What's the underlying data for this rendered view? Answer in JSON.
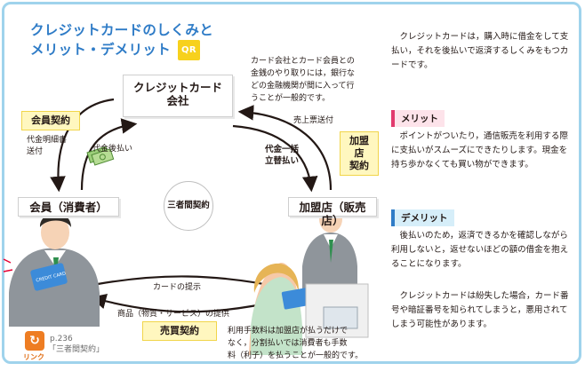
{
  "title": {
    "line1": "クレジットカードのしくみと",
    "line2": "メリット・デメリット",
    "qr": "QR"
  },
  "diagram": {
    "company": "クレジットカード\n会社",
    "member": "会員（消費者）",
    "store": "加盟店（販売店）",
    "three_party": "三者間契約",
    "member_contract": "会員契約",
    "store_contract": "加盟店\n契約",
    "sales_contract": "売買契約",
    "statement_note": "代金明細書\n送付",
    "payment_later": "代金後払い",
    "bulk_payment": "代金一括\n立替払い",
    "slip_send": "売上票送付",
    "card_present": "カードの提示",
    "goods": "商品（物質・サービス）の提供",
    "company_note": "カード会社とカード会員との\n金銭のやり取りには，銀行な\nどの金融機関が間に入って行\nうことが一般的です。",
    "fee_note": "利用手数料は加盟店が払うだけで\nなく，分割払いでは消費者も手数\n料（利子）を払うことが一般的です。"
  },
  "link": {
    "page": "p.236",
    "ref": "「三者間契約」",
    "label": "リンク"
  },
  "right": {
    "intro": "クレジットカードは，購入時に借金をして支払い，それを後払いで返済するしくみをもつカードです。",
    "merit_label": "メリット",
    "merit_text": "ポイントがついたり，通信販売を利用する際に支払いがスムーズにできたりします。現金を持ち歩かなくても買い物ができます。",
    "demerit_label": "デメリット",
    "demerit_text1": "後払いのため，返済できるかを確認しながら利用しないと，返せないほどの額の借金を抱えることになります。",
    "demerit_text2": "クレジットカードは紛失した場合，カード番号や暗証番号を知られてしまうと，悪用されてしまう可能性があります。"
  },
  "colors": {
    "frame": "#9fd3ec",
    "title": "#2f7cc7",
    "qr": "#f7d11d",
    "contract_bg": "#fff7bf",
    "link": "#ee7d23"
  }
}
